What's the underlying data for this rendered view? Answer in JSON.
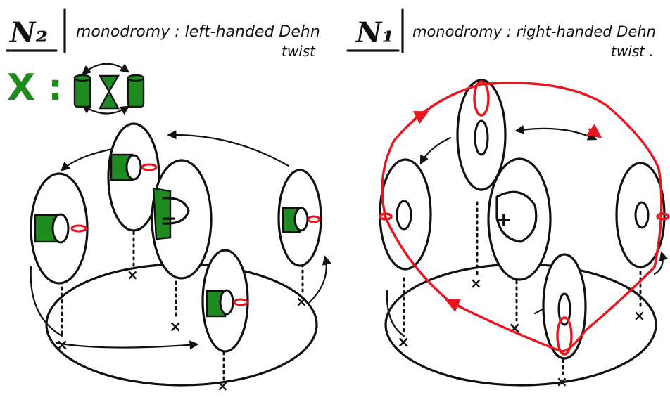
{
  "left_panel": {
    "title": "N₂",
    "label_line1": "monodromy : left-handed Dehn",
    "label_line2": "twist",
    "x_label": "X :"
  },
  "right_panel": {
    "title": "N₁",
    "label_line1": "monodromy : right-handed Dehn",
    "label_line2": "twist ."
  },
  "colors": {
    "ink": "#111111",
    "twist_green": "#1f8a1f",
    "red_curve": "#e8141e"
  },
  "symbols": {
    "puncture": "×",
    "minus": "−",
    "plus": "+"
  }
}
